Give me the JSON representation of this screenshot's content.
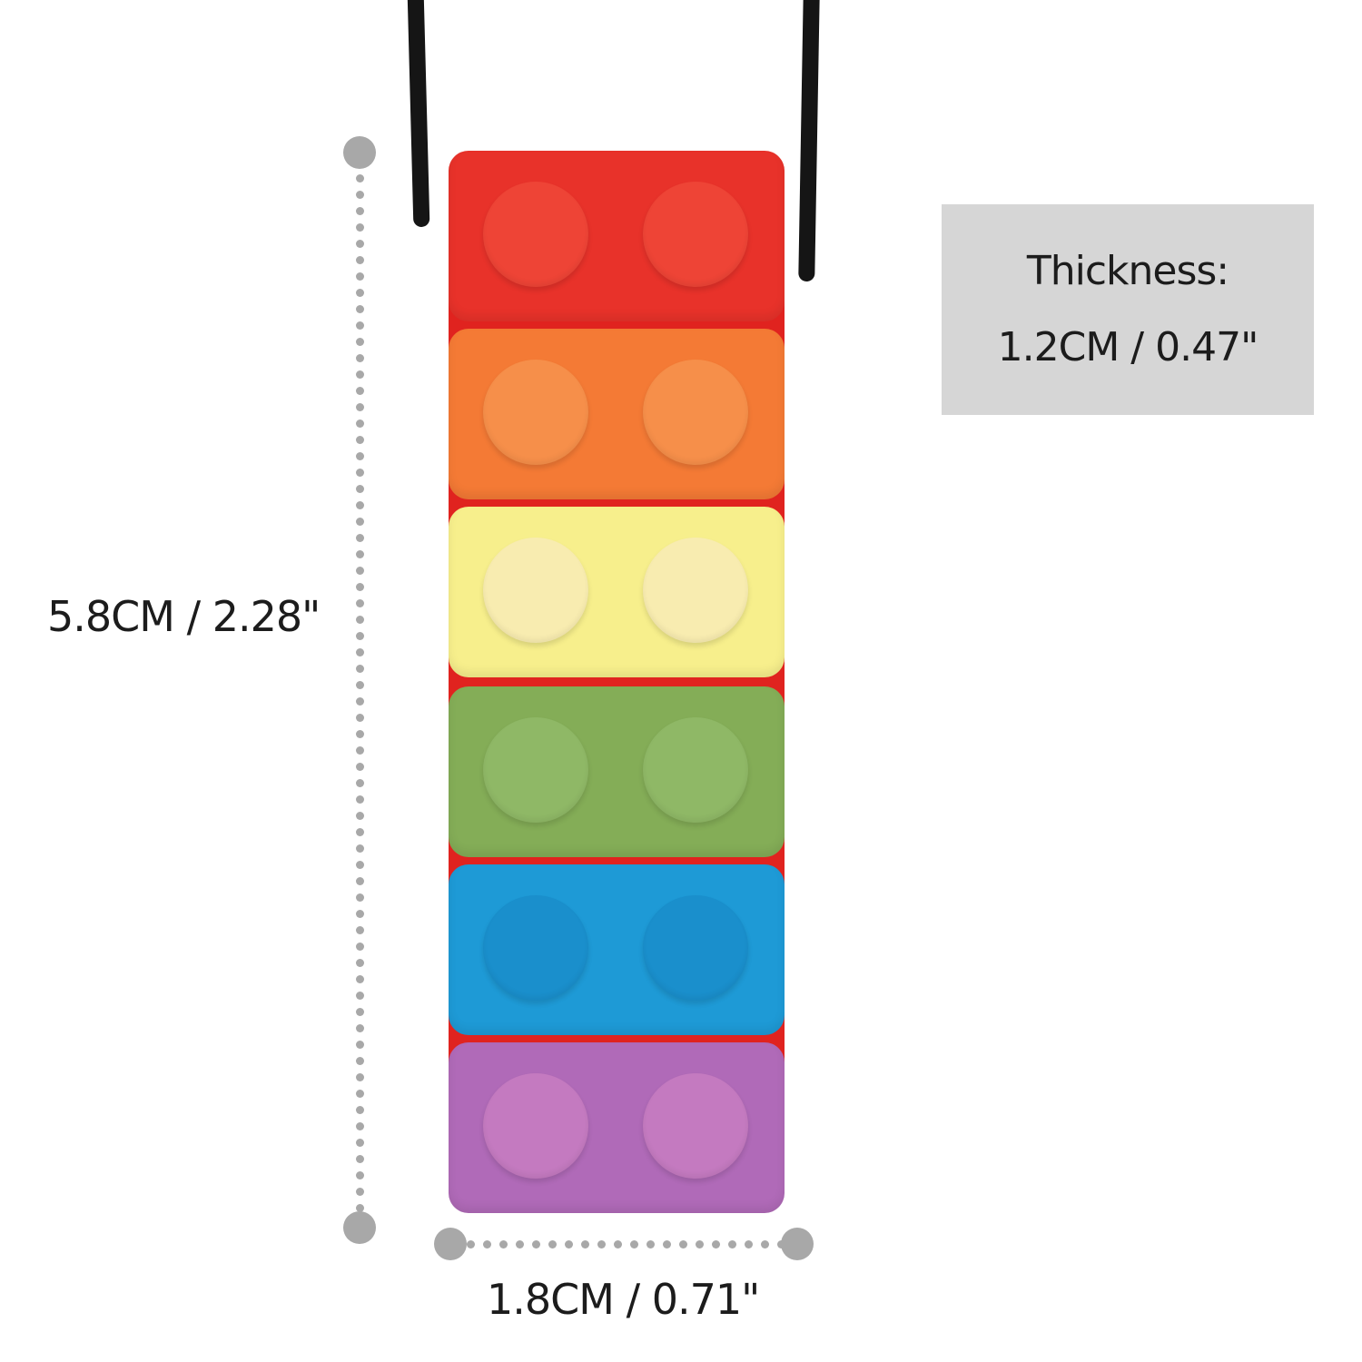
{
  "product": {
    "name": "rainbow brick chew necklace",
    "cord_color": "#151515",
    "backing_color": "#e0231f",
    "bricks": [
      {
        "name": "red",
        "body": "#e8322a",
        "stud": "#ee4436"
      },
      {
        "name": "orange",
        "body": "#f47a35",
        "stud": "#f68f4a"
      },
      {
        "name": "yellow",
        "body": "#f7ef8c",
        "stud": "#f8ecb0"
      },
      {
        "name": "green",
        "body": "#84ad57",
        "stud": "#8fb866"
      },
      {
        "name": "blue",
        "body": "#1e9ad6",
        "stud": "#1a8fcc"
      },
      {
        "name": "purple",
        "body": "#b06ab8",
        "stud": "#c47ac0"
      }
    ]
  },
  "dimensions": {
    "height_label": "5.8CM / 2.28\"",
    "width_label": "1.8CM / 0.71\"",
    "thickness_title": "Thickness:",
    "thickness_value": "1.2CM / 0.47\"",
    "marker_color": "#a8a8a8",
    "thickness_box_color": "#d6d6d6"
  }
}
